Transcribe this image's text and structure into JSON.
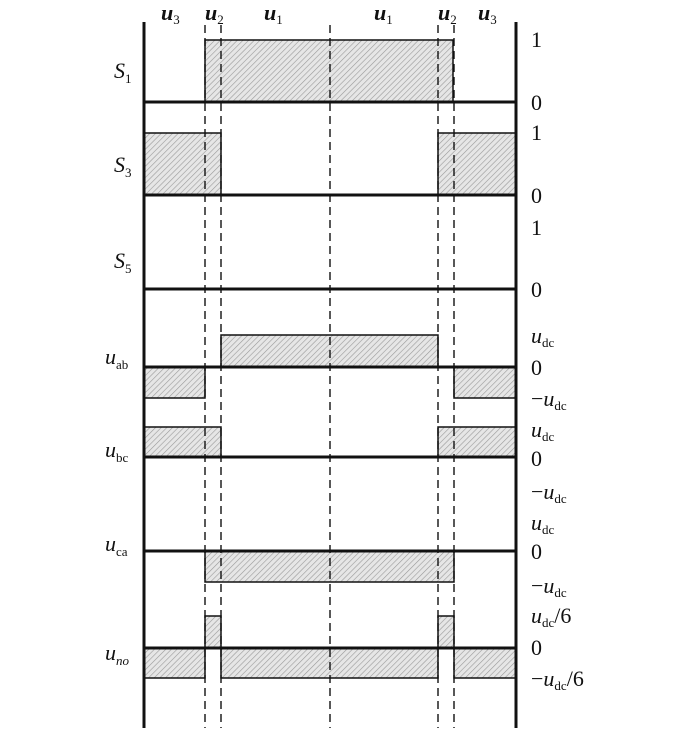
{
  "sectors": [
    {
      "main": "u",
      "sub": "3"
    },
    {
      "main": "u",
      "sub": "2"
    },
    {
      "main": "u",
      "sub": "1"
    },
    {
      "main": "u",
      "sub": "1"
    },
    {
      "main": "u",
      "sub": "2"
    },
    {
      "main": "u",
      "sub": "3"
    }
  ],
  "rows": [
    {
      "id": "S1",
      "label": {
        "main": "S",
        "sub": "1"
      },
      "levels": {
        "top": "1",
        "mid": "",
        "bottom": "0"
      }
    },
    {
      "id": "S3",
      "label": {
        "main": "S",
        "sub": "3"
      },
      "levels": {
        "top": "1",
        "mid": "",
        "bottom": "0"
      }
    },
    {
      "id": "S5",
      "label": {
        "main": "S",
        "sub": "5"
      },
      "levels": {
        "top": "1",
        "mid": "",
        "bottom": "0"
      }
    },
    {
      "id": "uab",
      "label": {
        "main": "u",
        "sub": "ab"
      },
      "levels": {
        "top": "u_dc",
        "mid": "0",
        "bottom": "-u_dc"
      }
    },
    {
      "id": "ubc",
      "label": {
        "main": "u",
        "sub": "bc"
      },
      "levels": {
        "top": "u_dc",
        "mid": "0",
        "bottom": "-u_dc"
      }
    },
    {
      "id": "uca",
      "label": {
        "main": "u",
        "sub": "ca"
      },
      "levels": {
        "top": "u_dc",
        "mid": "0",
        "bottom": "-u_dc"
      }
    },
    {
      "id": "uno",
      "label": {
        "main": "u",
        "sub": "no"
      },
      "levels": {
        "top": "u_dc/6",
        "mid": "0",
        "bottom": "-u_dc/6"
      }
    }
  ],
  "level_text": {
    "one": "1",
    "zero": "0",
    "u": "u",
    "dc": "dc",
    "minus": "−",
    "over6": "/6"
  },
  "colors": {
    "line": "#111111",
    "hatch_fill": "#e6e6e6",
    "hatch_stroke": "#9a9a9a"
  }
}
